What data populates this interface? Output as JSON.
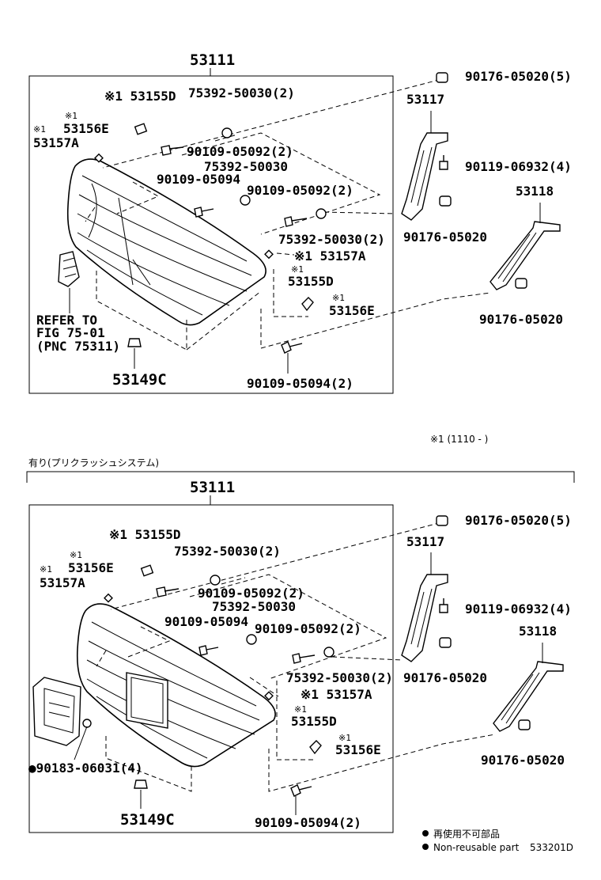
{
  "legend_note": "※1 (1110 -    )",
  "variant_header": "有り(プリクラッシュシステム)",
  "non_reusable": {
    "jp": "再使用不可部品",
    "en": "Non-reusable part"
  },
  "fig_code": "533201D",
  "top": {
    "main": "53111",
    "p1": "90176-05020(5)",
    "p2": "53117",
    "p3": "90119-06932(4)",
    "p4": "53118",
    "p5": "90176-05020",
    "p6": "90176-05020",
    "p7": "※1 53155D",
    "p8a": "※1",
    "p8b": "53156E",
    "p9a": "※1",
    "p9b": "53157A",
    "p10": "75392-50030(2)",
    "p11": "90109-05092(2)",
    "p12": "75392-50030",
    "p13": "90109-05094",
    "p14": "90109-05092(2)",
    "p15": "75392-50030(2)",
    "p16": "※1 53157A",
    "p17a": "※1",
    "p17b": "53155D",
    "p18a": "※1",
    "p18b": "53156E",
    "ref1": "REFER TO",
    "ref2": "FIG 75-01",
    "ref3": "(PNC 75311)",
    "p19": "53149C",
    "p20": "90109-05094(2)"
  },
  "bottom": {
    "main": "53111",
    "p1": "90176-05020(5)",
    "p2": "53117",
    "p3": "90119-06932(4)",
    "p4": "53118",
    "p5": "90176-05020",
    "p6": "90176-05020",
    "p7": "※1 53155D",
    "p8a": "※1",
    "p8b": "53156E",
    "p9a": "※1",
    "p9b": "53157A",
    "p10": "75392-50030(2)",
    "p11": "90109-05092(2)",
    "p12": "75392-50030",
    "p13": "90109-05094",
    "p14": "90109-05092(2)",
    "p15": "75392-50030(2)",
    "p16": "※1 53157A",
    "p17a": "※1",
    "p17b": "53155D",
    "p18a": "※1",
    "p18b": "53156E",
    "p21": "●90183-06031(4)",
    "p19": "53149C",
    "p20": "90109-05094(2)"
  }
}
